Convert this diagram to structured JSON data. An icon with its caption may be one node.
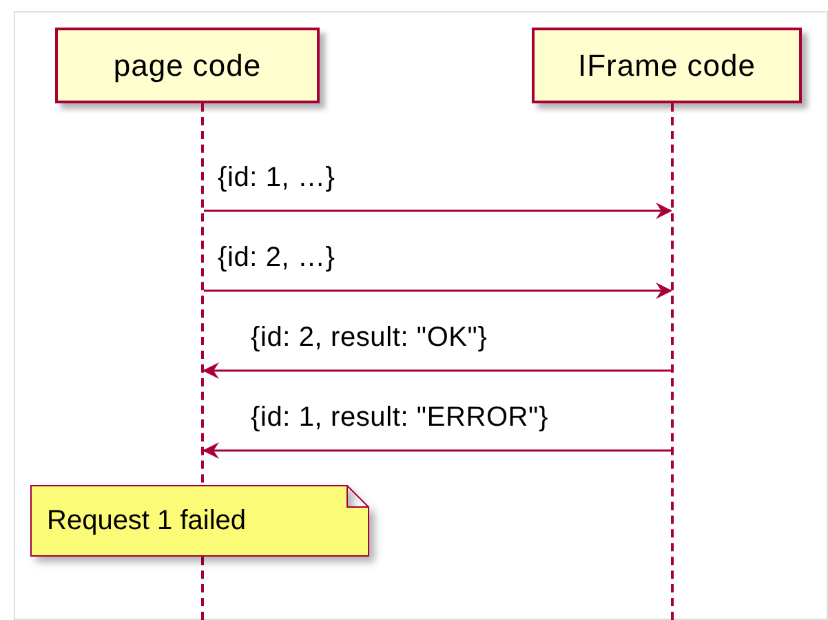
{
  "diagram": {
    "nodes": [
      {
        "text": [
          "page code"
        ]
      },
      {
        "text": [
          "IFrame code"
        ]
      },
      {
        "text": [],
        "shape": "bar"
      },
      {
        "text": [],
        "shape": "bar"
      },
      {
        "text": [
          "Request 1 failed"
        ]
      }
    ],
    "edges": [
      {
        "from": 2,
        "to": 3,
        "arrow": "to",
        "label": "{id: 1, …}"
      },
      {
        "from": 2,
        "to": 3,
        "arrow": "to",
        "label": "{id: 2, …}"
      },
      {
        "from": 3,
        "to": 2,
        "arrow": "to",
        "label": "{id: 2, result: \"OK\"}"
      },
      {
        "from": 3,
        "to": 2,
        "arrow": "to",
        "label": "{id: 1, result: \"ERROR\"}"
      }
    ]
  }
}
